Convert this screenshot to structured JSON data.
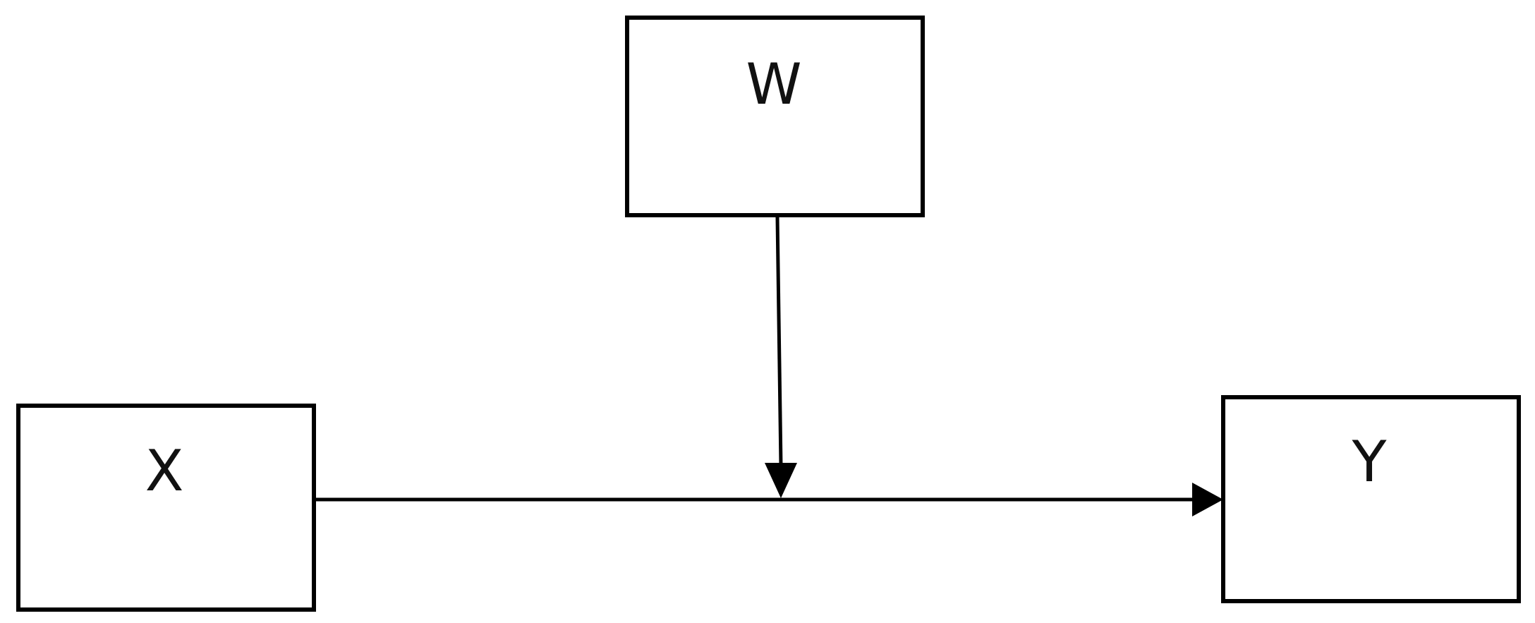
{
  "diagram": {
    "nodes": {
      "x": {
        "label": "X"
      },
      "w": {
        "label": "W"
      },
      "y": {
        "label": "Y"
      }
    },
    "edges": [
      {
        "from": "x",
        "to": "y",
        "kind": "direct-effect"
      },
      {
        "from": "w",
        "to": "x-y-path",
        "kind": "moderation"
      }
    ],
    "colors": {
      "stroke": "#000000",
      "background": "#ffffff",
      "text": "#111111"
    }
  }
}
